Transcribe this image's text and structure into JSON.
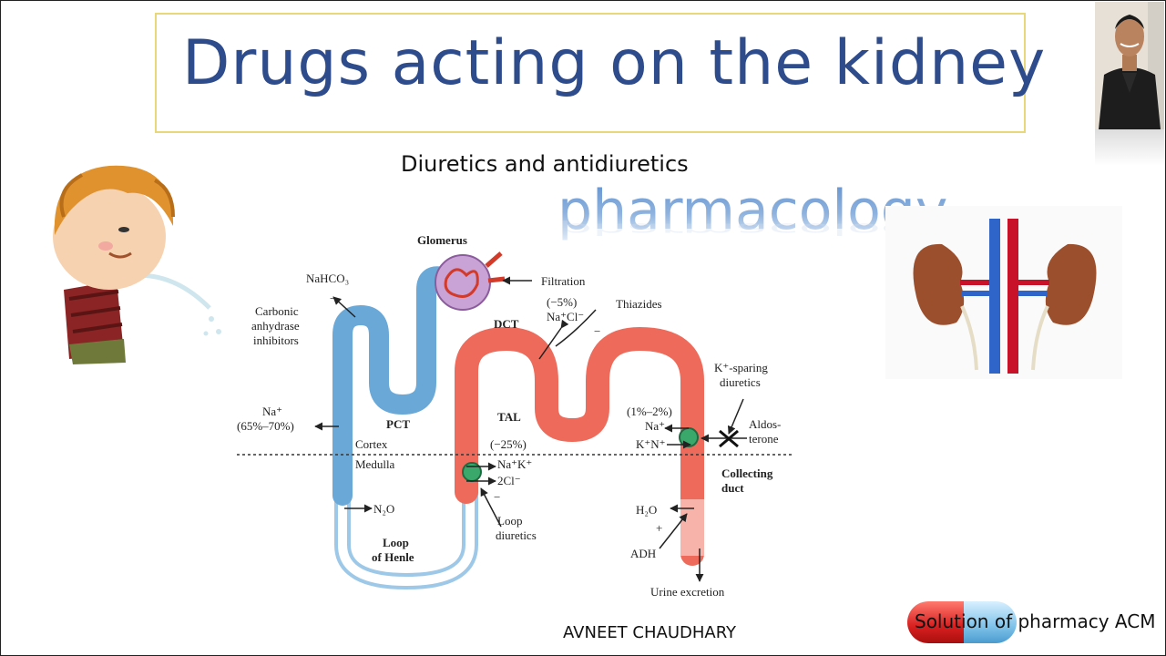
{
  "slide": {
    "title": "Drugs acting on the kidney",
    "subtitle": "Diuretics and antidiuretics",
    "subject": "pharmacology",
    "author": "AVNEET CHAUDHARY",
    "brand": "Solution of pharmacy ACM"
  },
  "diagram": {
    "glomerus": "Glomerus",
    "filtration": "Filtration",
    "nahco3": "NaHCO₃",
    "carbonic": [
      "Carbonic",
      "anhydrase",
      "inhibitors"
    ],
    "minus": "−",
    "dct_pct": "(−5%)",
    "dct_ions": "Na⁺Cl⁻",
    "thiazides": "Thiazides",
    "dct": "DCT",
    "na_plus": "Na⁺",
    "pct_pct": "(65%–70%)",
    "pct": "PCT",
    "tal": "TAL",
    "cortex": "Cortex",
    "medulla": "Medulla",
    "tal_pct": "(−25%)",
    "tal_ions1": "Na⁺K⁺",
    "tal_ions2": "2Cl⁻",
    "n2o": "N₂O",
    "loop_diuretics": [
      "Loop",
      "diuretics"
    ],
    "loop_henle": [
      "Loop",
      "of Henle"
    ],
    "k_sparing": [
      "K⁺-sparing",
      "diuretics"
    ],
    "cd_pct": "(1%–2%)",
    "cd_na": "Na⁺",
    "cd_k": "K⁺N⁺",
    "aldosterone": [
      "Aldos-",
      "terone"
    ],
    "collecting": [
      "Collecting",
      "duct"
    ],
    "h2o": "H₂O",
    "plus": "+",
    "adh": "ADH",
    "urine": "Urine excretion"
  },
  "colors": {
    "title": "#2e4c8c",
    "pct_tube": "#6aa8d8",
    "dct_tube": "#ee6a5a",
    "title_border": "#e8d87a"
  }
}
